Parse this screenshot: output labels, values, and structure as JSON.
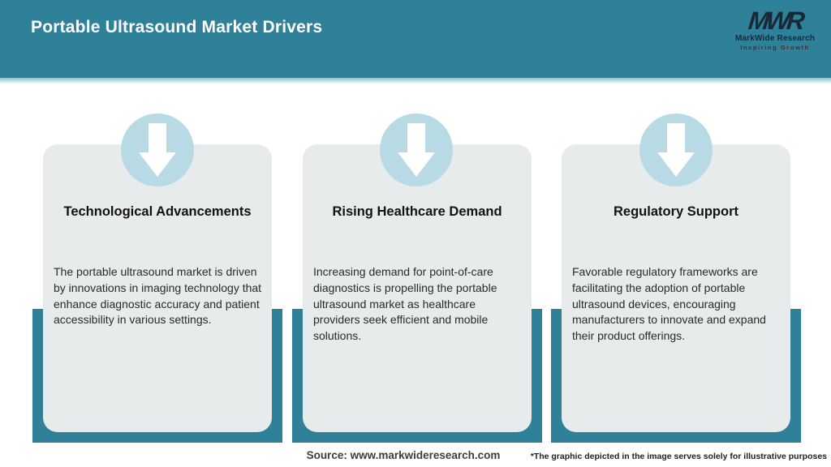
{
  "header": {
    "title": "Portable Ultrasound Market Drivers"
  },
  "logo": {
    "mark": "MWR",
    "name": "MarkWide Research",
    "tagline": "Inspiring Growth"
  },
  "cards": [
    {
      "icon": "down-arrow-icon",
      "title": "Technological Advancements",
      "body": "The portable ultrasound market is driven by innovations in imaging technology that enhance diagnostic accuracy and patient accessibility in various settings."
    },
    {
      "icon": "down-arrow-icon",
      "title": "Rising Healthcare Demand",
      "body": "Increasing demand for point-of-care diagnostics is propelling the portable ultrasound market as healthcare providers seek efficient and mobile solutions."
    },
    {
      "icon": "down-arrow-icon",
      "title": "Regulatory Support",
      "body": "Favorable regulatory frameworks are facilitating the adoption of portable ultrasound devices, encouraging manufacturers to innovate and expand their product offerings."
    }
  ],
  "footer": {
    "source": "Source: www.markwideresearch.com",
    "disclaimer": "*The graphic depicted in the image serves solely for illustrative purposes"
  },
  "colors": {
    "teal": "#2f8199",
    "circle_blue": "#b7dae5",
    "card_gray": "#e8ebeb",
    "logo_navy": "#1a2836"
  }
}
